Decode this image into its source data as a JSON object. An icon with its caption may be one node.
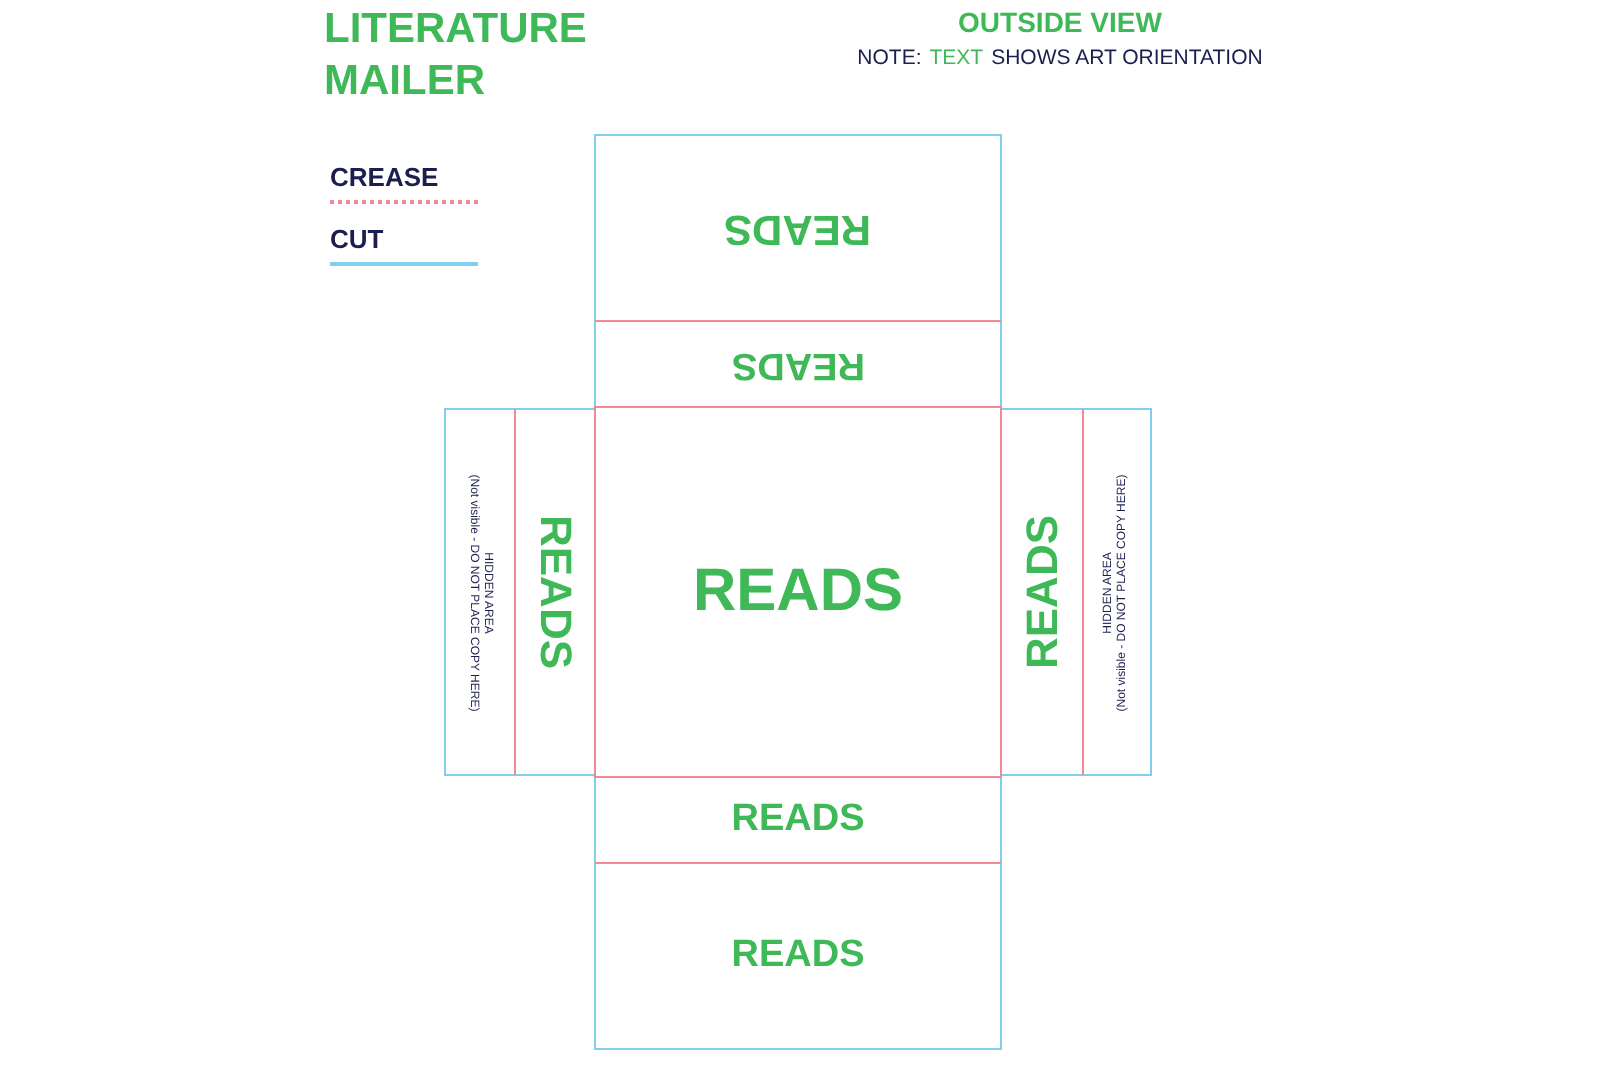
{
  "diagram": {
    "title": "LITERATURE MAILER",
    "nodes": [
      {
        "text": [
          "READS"
        ]
      },
      {
        "text": [
          "READS"
        ]
      },
      {
        "text": [
          "HIDDEN AREA",
          "(Not visible - DO NOT PLACE COPY HERE)"
        ]
      },
      {
        "text": [
          "READS"
        ]
      },
      {
        "text": [
          "READS"
        ]
      },
      {
        "text": [
          "READS"
        ]
      },
      {
        "text": [
          "HIDDEN AREA",
          "(Not visible - DO NOT PLACE COPY HERE)"
        ]
      },
      {
        "text": [
          "READS"
        ]
      },
      {
        "text": [
          "READS"
        ]
      }
    ],
    "labels": [
      "OUTSIDE VIEW",
      "NOTE:",
      "TEXT",
      "SHOWS ART ORIENTATION"
    ],
    "legend": [
      {
        "text": "CREASE"
      },
      {
        "text": "CUT"
      }
    ]
  }
}
